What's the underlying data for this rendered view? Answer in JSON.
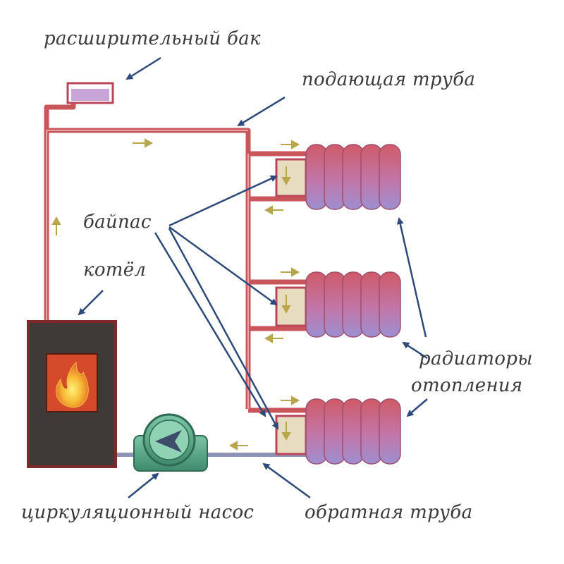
{
  "labels": {
    "expansion_tank": "расширительный бак",
    "supply_pipe": "подающая труба",
    "bypass": "байпас",
    "boiler": "котёл",
    "radiators_line1": "радиаторы",
    "radiators_line2": "отопления",
    "pump": "циркуляционный насос",
    "return_pipe": "обратная труба"
  },
  "colors": {
    "pipe_hot": "#c9565a",
    "pipe_cold": "#8f93b8",
    "arrow_blue": "#2d4a7a",
    "flow_arrow": "#b8a64a",
    "boiler_body": "#3f3a38",
    "pump_green": "#5fae8e"
  }
}
